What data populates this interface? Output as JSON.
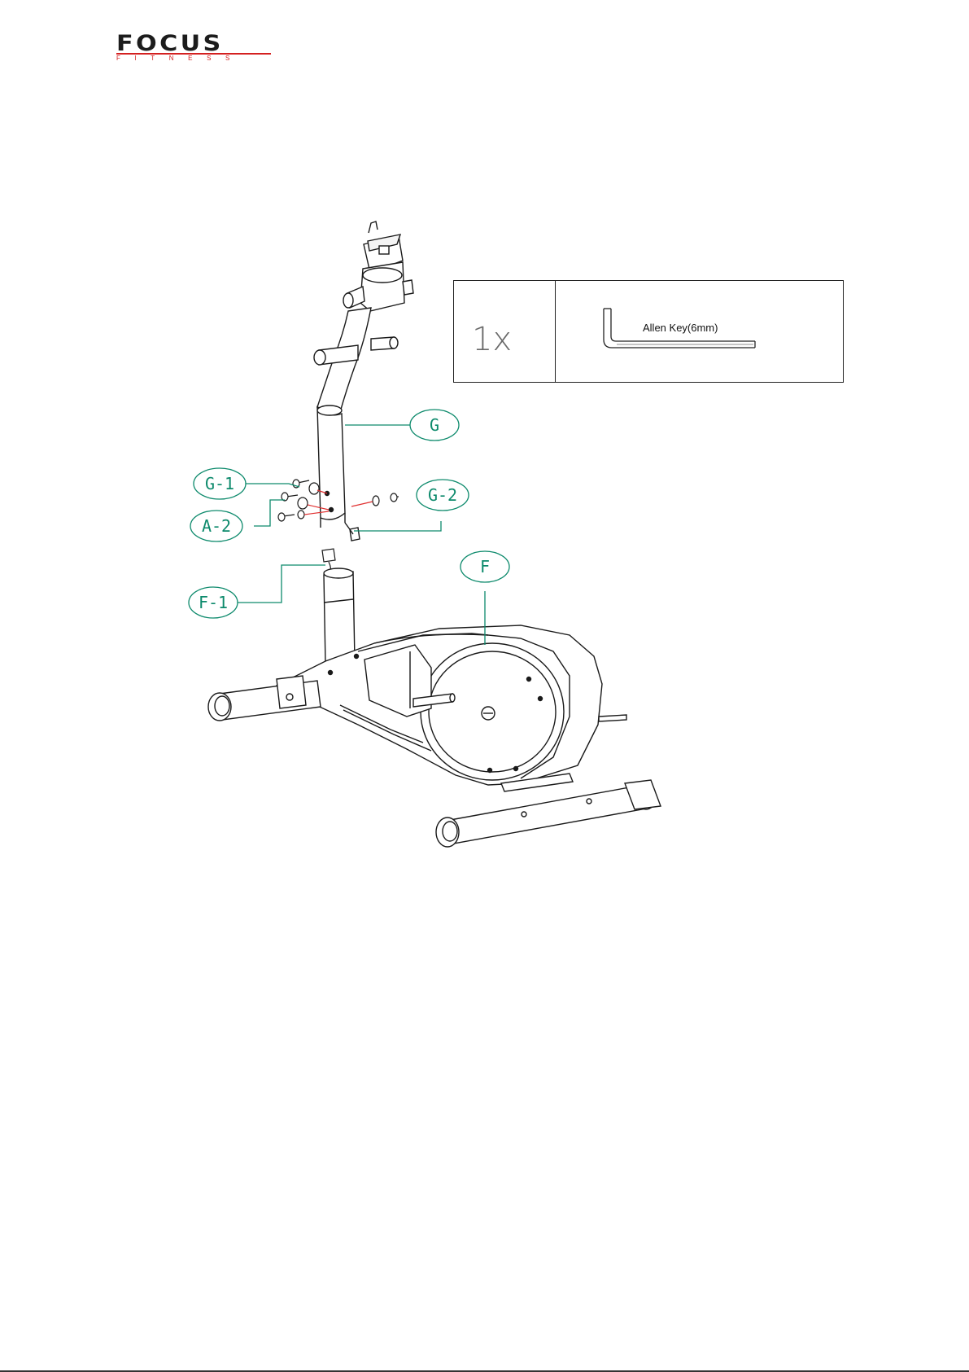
{
  "brand": {
    "name": "FOCUS",
    "sub": "FITNESS"
  },
  "tools": {
    "quantity": "1x",
    "label": "Allen Key(6mm)"
  },
  "callouts": {
    "G": "G",
    "G1": "G-1",
    "G2": "G-2",
    "A2": "A-2",
    "F": "F",
    "F1": "F-1"
  },
  "colors": {
    "callout": "#0d8a6c",
    "brand_red": "#d42020",
    "exploded_lines": "#e03030"
  }
}
